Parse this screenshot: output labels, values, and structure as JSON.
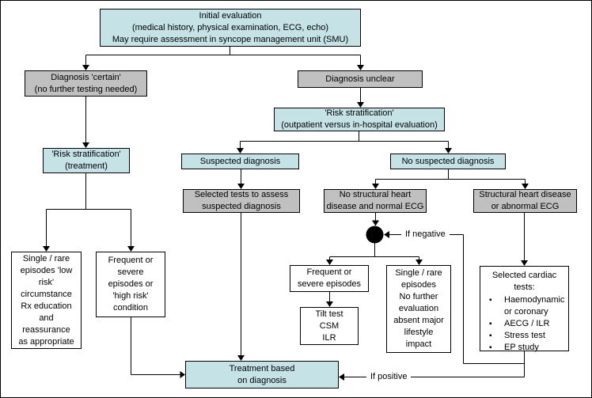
{
  "colors": {
    "cyan": "#c5e2e6",
    "gray": "#c0c0c0",
    "white": "#ffffff",
    "line": "#000000"
  },
  "boxes": {
    "initial_evaluation": {
      "lines": [
        "Initial evaluation",
        "(medical history, physical examination, ECG, echo)",
        "May require assessment in syncope management unit (SMU)"
      ]
    },
    "diagnosis_certain": {
      "lines": [
        "Diagnosis 'certain'",
        "(no further testing needed)"
      ]
    },
    "diagnosis_unclear": {
      "label": "Diagnosis unclear"
    },
    "risk_stratification_outpatient": {
      "lines": [
        "'Risk stratification'",
        "(outpatient versus in-hospital evaluation)"
      ]
    },
    "risk_stratification_treatment": {
      "lines": [
        "'Risk stratification'",
        "(treatment)"
      ]
    },
    "suspected_diagnosis": {
      "label": "Suspected diagnosis"
    },
    "no_suspected_diagnosis": {
      "label": "No suspected diagnosis"
    },
    "selected_tests": {
      "lines": [
        "Selected tests to assess",
        "suspected diagnosis"
      ]
    },
    "no_structural_heart": {
      "lines": [
        "No structural heart",
        "disease and normal ECG"
      ]
    },
    "structural_heart": {
      "lines": [
        "Structural heart disease",
        "or abnormal ECG"
      ]
    },
    "single_rare_low_risk": {
      "lines": [
        "Single / rare",
        "episodes 'low",
        "risk'",
        "circumstance",
        "Rx education",
        "and",
        "reassurance",
        "as appropriate"
      ]
    },
    "frequent_high_risk": {
      "lines": [
        "Frequent or",
        "severe",
        "episodes or",
        "'high risk'",
        "condition"
      ]
    },
    "frequent_severe": {
      "lines": [
        "Frequent or",
        "severe episodes"
      ]
    },
    "tilt_test": {
      "lines": [
        "Tilt test",
        "CSM",
        "ILR"
      ]
    },
    "single_rare_no_further": {
      "lines": [
        "Single / rare",
        "episodes",
        "No further",
        "evaluation",
        "absent major",
        "lifestyle",
        "impact"
      ]
    },
    "selected_cardiac": {
      "title": "Selected cardiac tests:",
      "items": [
        "Haemodynamic or coronary",
        "AECG / ILR",
        "Stress test",
        "EP study"
      ]
    },
    "treatment": {
      "lines": [
        "Treatment based",
        "on diagnosis"
      ]
    }
  },
  "labels": {
    "if_negative": "If negative",
    "if_positive": "If positive"
  }
}
